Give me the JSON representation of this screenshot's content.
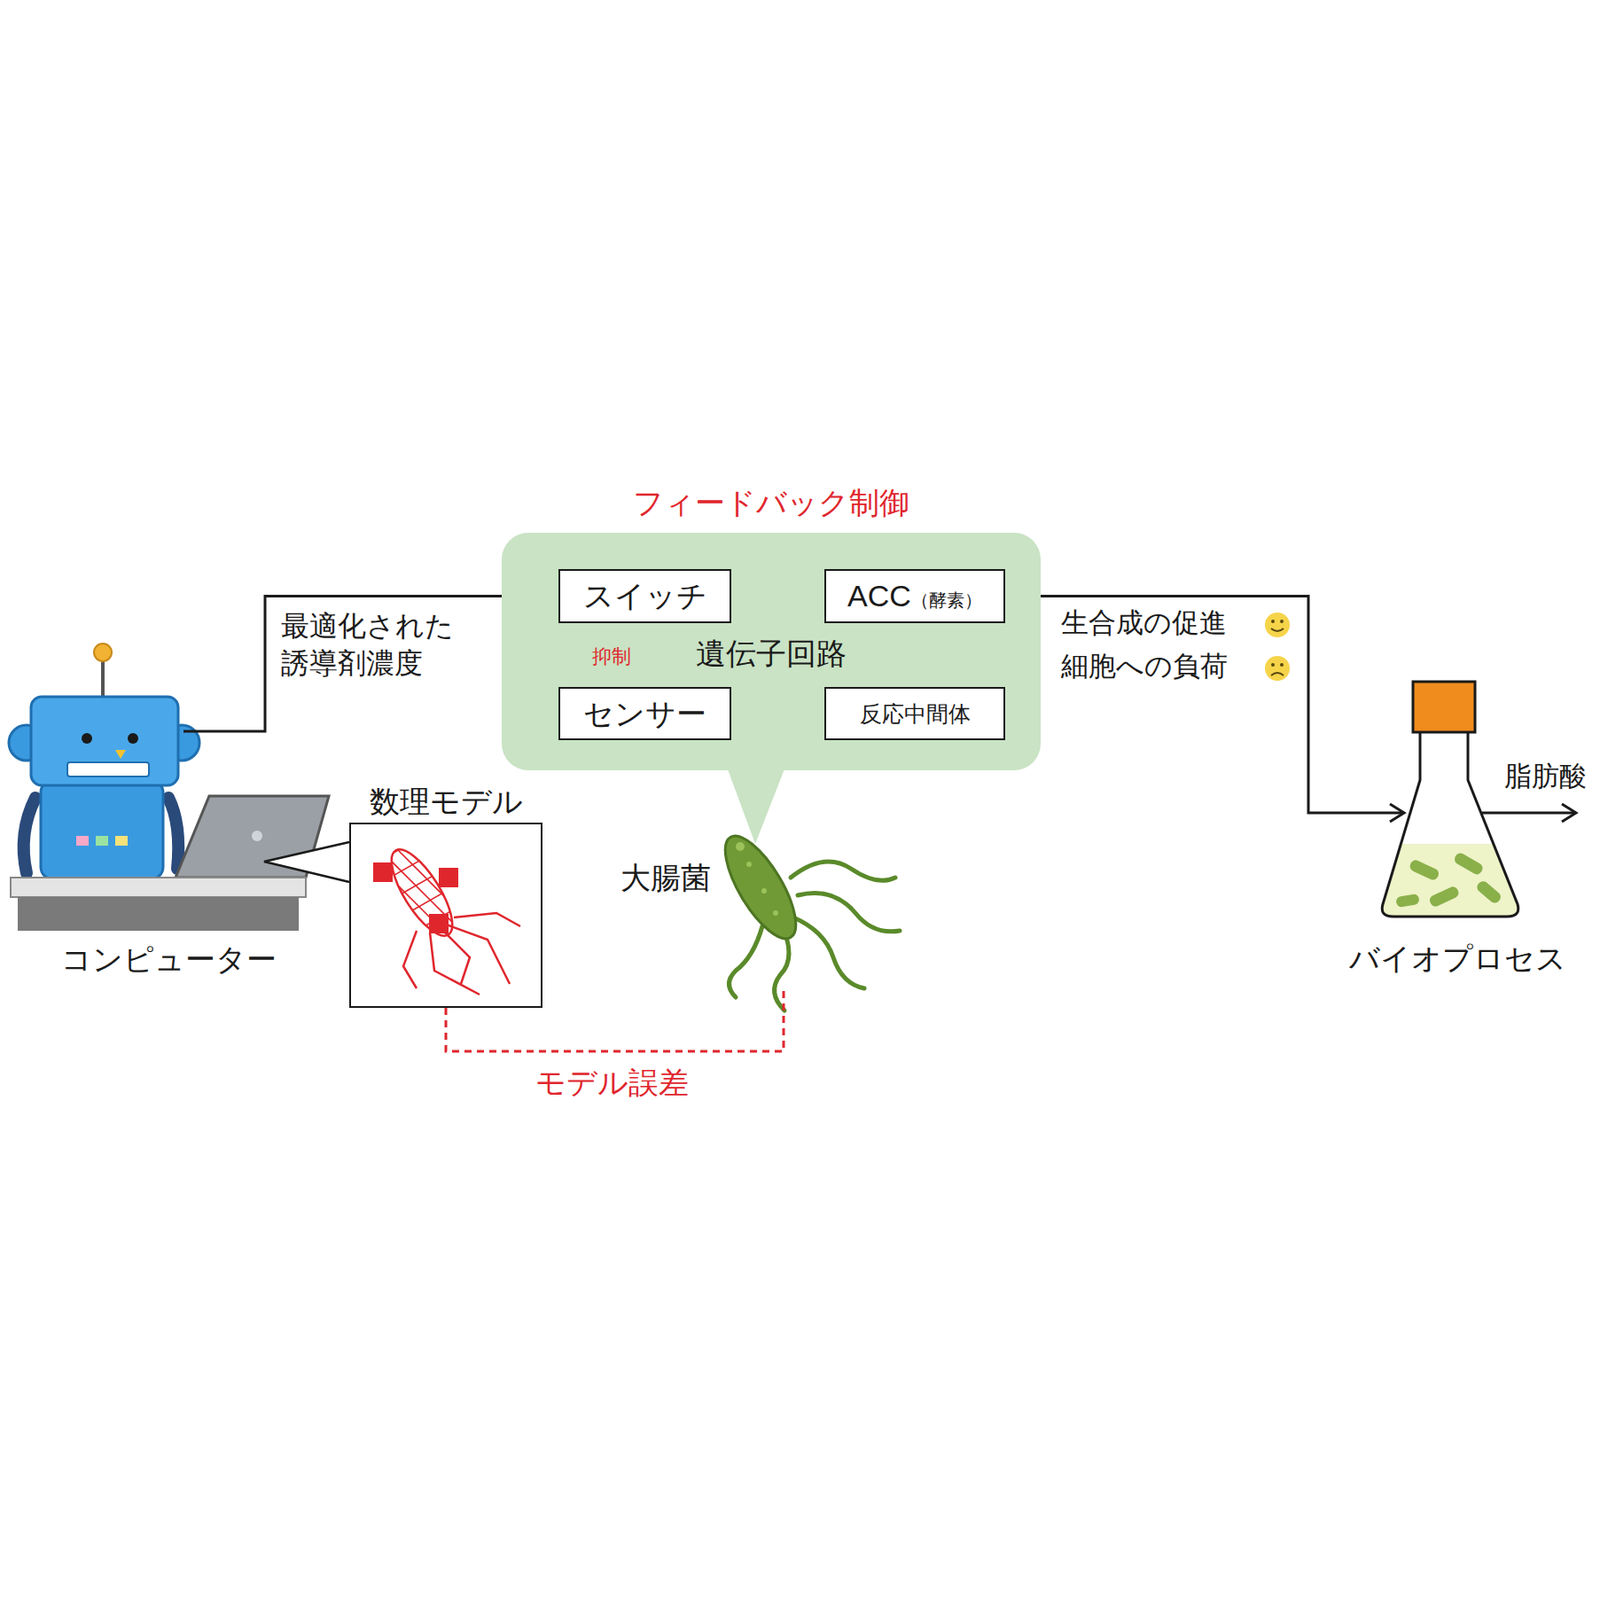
{
  "diagram": {
    "nodes": [
      {
        "text": [
          "フィードバック制御",
          "遺伝子回路"
        ]
      },
      {
        "text": [
          "スイッチ"
        ],
        "in": 0
      },
      {
        "text": [
          "ACC",
          "（酵素）"
        ],
        "in": 0
      },
      {
        "text": [
          "センサー"
        ],
        "in": 0
      },
      {
        "text": [
          "反応中間体"
        ],
        "in": 0
      },
      {
        "text": [
          "コンピューター"
        ]
      },
      {
        "text": [
          "数理モデル"
        ]
      },
      {
        "text": [
          "大腸菌"
        ]
      },
      {
        "text": [
          "バイオプロセス"
        ]
      }
    ],
    "edges": [
      {
        "from": 5,
        "to": 1,
        "arrow": "to",
        "label": "最適化された 誘導剤濃度"
      },
      {
        "from": 1,
        "to": 2,
        "arrow": "to"
      },
      {
        "from": 2,
        "to": 4,
        "arrow": "to"
      },
      {
        "from": 4,
        "to": 3,
        "arrow": "to"
      },
      {
        "from": 3,
        "to": 1,
        "arrow": "to",
        "label": "抑制"
      },
      {
        "from": 2,
        "to": 8,
        "arrow": "to"
      },
      {
        "from": 6,
        "to": 7,
        "arrow": "none",
        "label": "モデル誤差"
      }
    ],
    "labels": [
      "生合成の促進",
      "細胞への負荷",
      "脂肪酸"
    ]
  }
}
